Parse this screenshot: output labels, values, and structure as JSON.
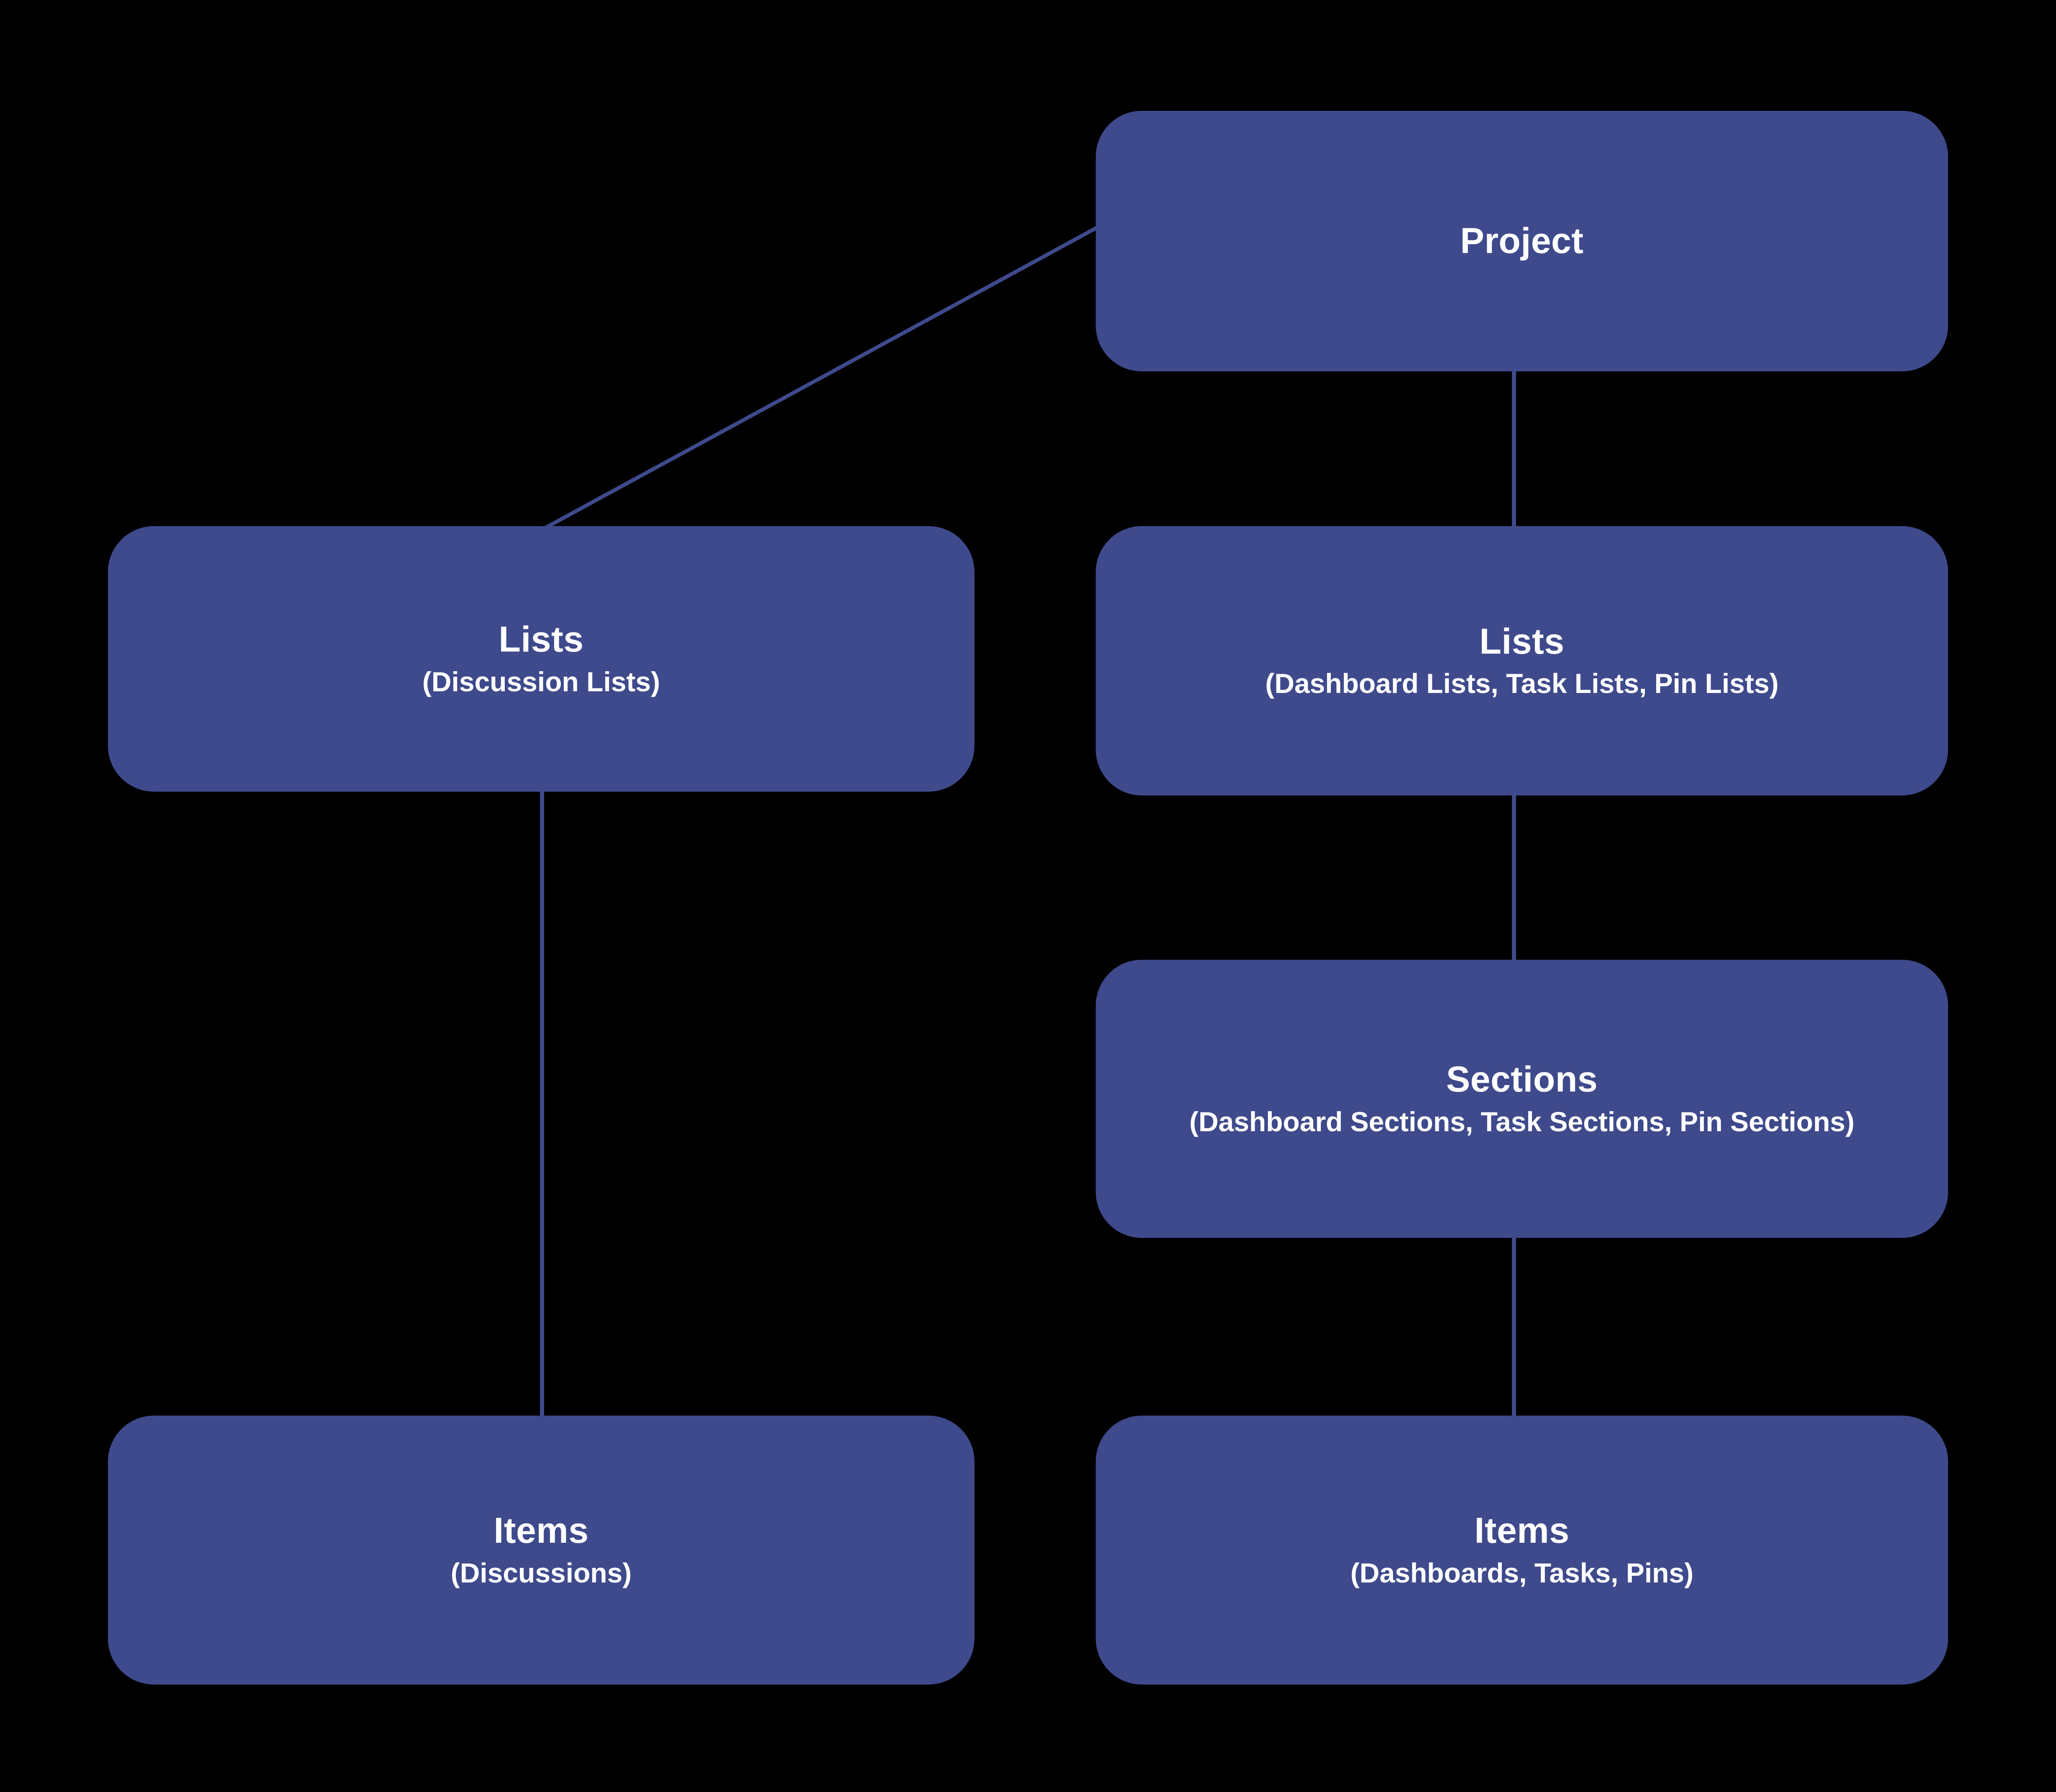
{
  "diagram": {
    "type": "hierarchy-tree",
    "background_color": "#000000",
    "node_fill_color": "#3f4a8c",
    "node_text_color": "#ffffff",
    "edge_color": "#3f4a8c",
    "nodes": [
      {
        "id": "project",
        "title": "Project",
        "subtitle": "",
        "column": "right",
        "level": 0
      },
      {
        "id": "lists-discussion",
        "title": "Lists",
        "subtitle": "(Discussion Lists)",
        "column": "left",
        "level": 1
      },
      {
        "id": "lists-main",
        "title": "Lists",
        "subtitle": "(Dashboard Lists, Task Lists, Pin Lists)",
        "column": "right",
        "level": 1
      },
      {
        "id": "sections",
        "title": "Sections",
        "subtitle": "(Dashboard Sections, Task Sections, Pin Sections)",
        "column": "right",
        "level": 2
      },
      {
        "id": "items-discussion",
        "title": "Items",
        "subtitle": "(Discussions)",
        "column": "left",
        "level": 3
      },
      {
        "id": "items-main",
        "title": "Items",
        "subtitle": "(Dashboards, Tasks, Pins)",
        "column": "right",
        "level": 3
      }
    ],
    "edges": [
      {
        "id": "project-to-lists-discussion",
        "from": "project",
        "to": "lists-discussion",
        "style": "diagonal"
      },
      {
        "id": "project-to-lists-main",
        "from": "project",
        "to": "lists-main",
        "style": "vertical"
      },
      {
        "id": "lists-main-to-sections",
        "from": "lists-main",
        "to": "sections",
        "style": "vertical"
      },
      {
        "id": "sections-to-items-main",
        "from": "sections",
        "to": "items-main",
        "style": "vertical"
      },
      {
        "id": "lists-discussion-to-items-discussion",
        "from": "lists-discussion",
        "to": "items-discussion",
        "style": "vertical"
      }
    ]
  }
}
